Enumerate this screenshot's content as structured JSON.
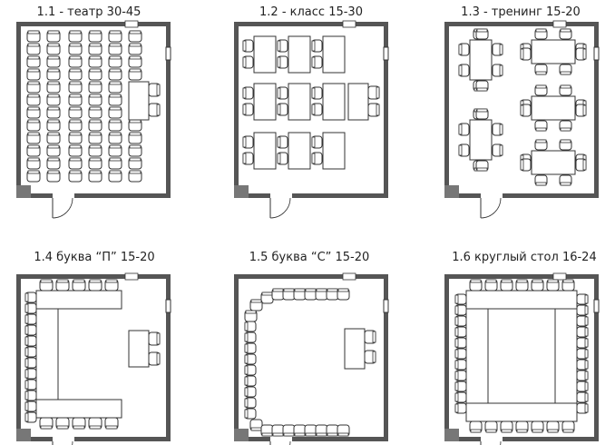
{
  "layouts": [
    {
      "label": "1.1 - театр 30-45"
    },
    {
      "label": "1.2 - класс 15-30"
    },
    {
      "label": "1.3 - тренинг 15-20"
    },
    {
      "label": "1.4 буква “П” 15-20"
    },
    {
      "label": "1.5 буква “С” 15-20"
    },
    {
      "label": "1.6 круглый стол 16-24"
    }
  ],
  "colors": {
    "wall": "#555555",
    "line": "#333333",
    "fill": "#ffffff",
    "pillar": "#777777"
  }
}
